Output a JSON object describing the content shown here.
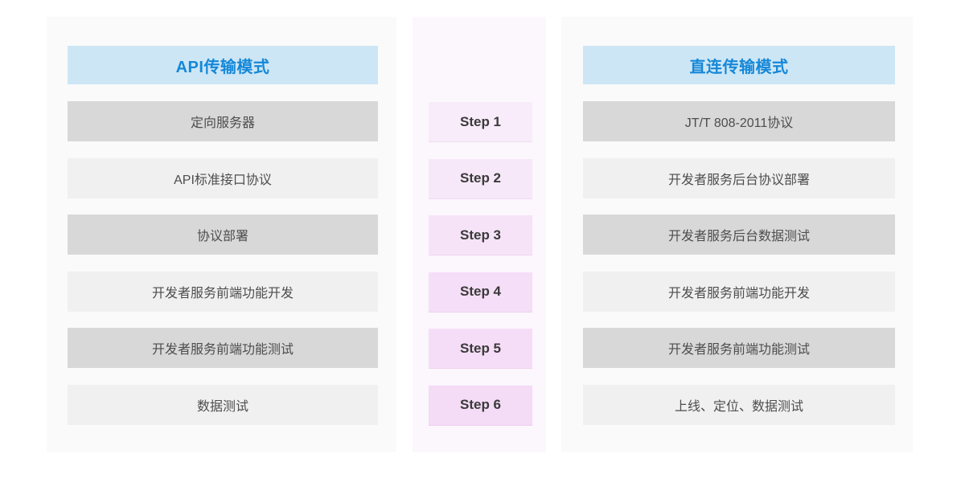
{
  "api_mode": {
    "header": "API传输模式",
    "rows": [
      "定向服务器",
      "API标准接口协议",
      "协议部署",
      "开发者服务前端功能开发",
      "开发者服务前端功能测试",
      "数据测试"
    ]
  },
  "steps": [
    {
      "label": "Step 1",
      "color": "#f8ecfa"
    },
    {
      "label": "Step 2",
      "color": "#f7e8f9"
    },
    {
      "label": "Step 3",
      "color": "#f6e3f8"
    },
    {
      "label": "Step 4",
      "color": "#f5def7"
    },
    {
      "label": "Step 5",
      "color": "#f5ddf7"
    },
    {
      "label": "Step 6",
      "color": "#f4dbf6"
    }
  ],
  "direct_mode": {
    "header": "直连传输模式",
    "rows": [
      "JT/T 808-2011协议",
      "开发者服务后台协议部署",
      "开发者服务后台数据测试",
      "开发者服务前端功能开发",
      "开发者服务前端功能测试",
      "上线、定位、数据测试"
    ]
  },
  "colors": {
    "page_bg": "#ffffff",
    "panel_bg": "#fafafa",
    "steps_panel_bg": "#fcf6fd",
    "header_bg": "#cde6f5",
    "header_text": "#1588d8",
    "row_dark": "#d8d8d8",
    "row_light": "#f0f0f0",
    "row_text": "#4d4d4d",
    "step_text": "#3a3a3a"
  }
}
